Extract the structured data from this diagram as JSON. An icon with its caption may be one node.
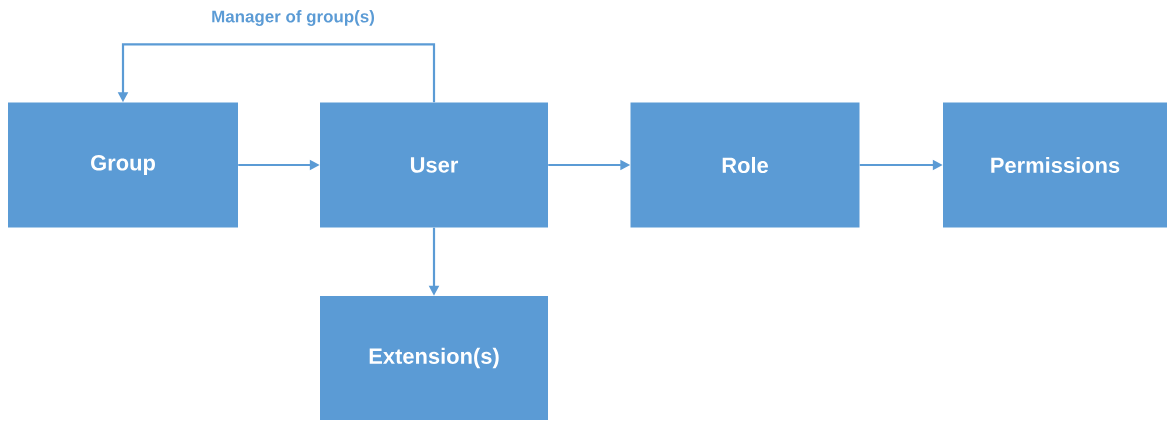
{
  "diagram": {
    "nodes": [
      {
        "text": [
          "Group"
        ]
      },
      {
        "text": [
          "User"
        ]
      },
      {
        "text": [
          "Role"
        ]
      },
      {
        "text": [
          "Permissions"
        ]
      },
      {
        "text": [
          "Extension(s)"
        ]
      }
    ],
    "edges": [
      {
        "from": 0,
        "to": 1,
        "arrow": "to"
      },
      {
        "from": 1,
        "to": 2,
        "arrow": "to"
      },
      {
        "from": 2,
        "to": 3,
        "arrow": "to"
      },
      {
        "from": 1,
        "to": 4,
        "arrow": "to"
      },
      {
        "from": 1,
        "to": 0,
        "arrow": "to",
        "label": "Manager of group(s)"
      }
    ]
  }
}
